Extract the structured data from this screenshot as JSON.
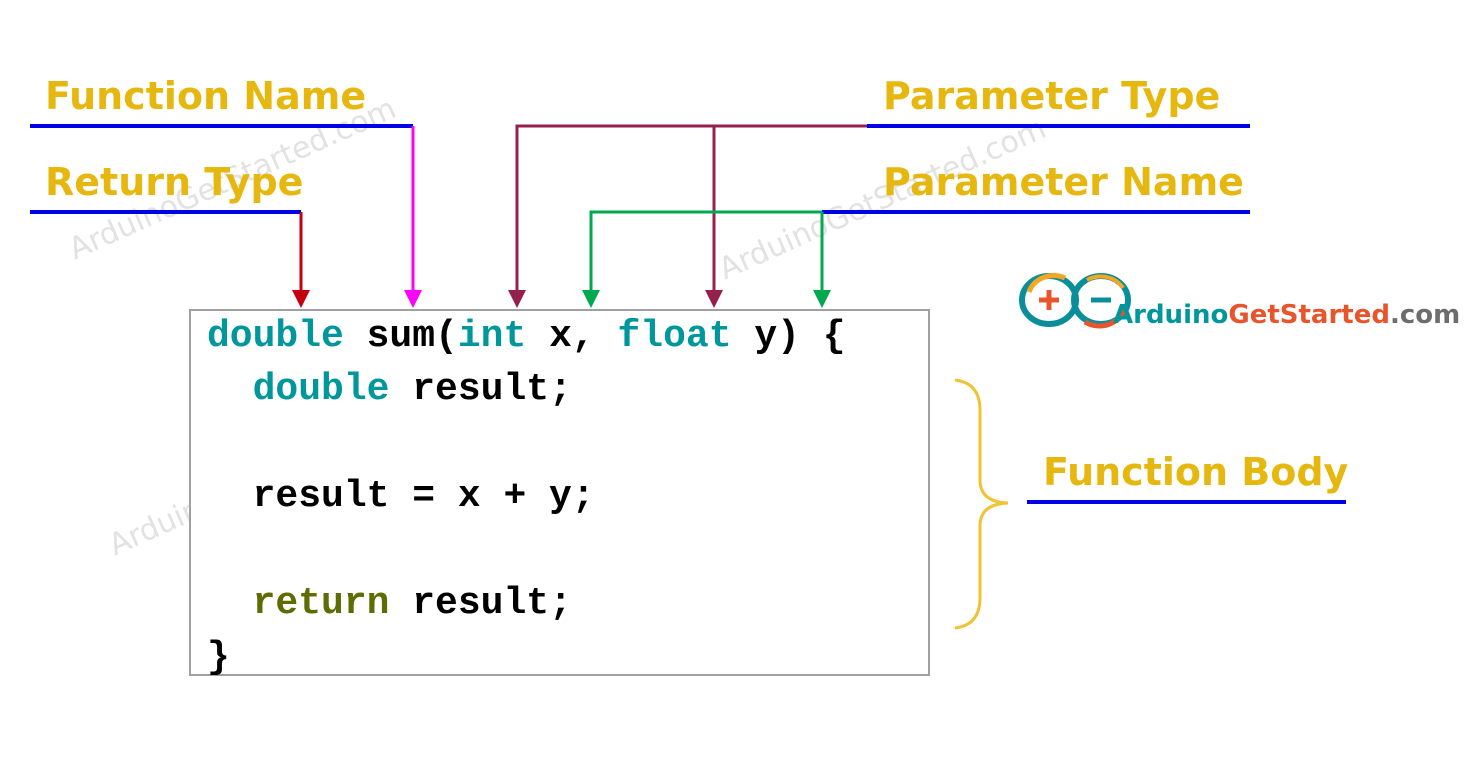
{
  "labels": {
    "function_name": "Function Name",
    "return_type": "Return Type",
    "parameter_type": "Parameter Type",
    "parameter_name": "Parameter Name",
    "function_body": "Function Body"
  },
  "code": {
    "line1": {
      "ret_type": "double",
      "rest_a": " sum(",
      "p1_type": "int",
      "rest_b": " x, ",
      "p2_type": "float",
      "rest_c": " y) {"
    },
    "line2": {
      "indent": "  ",
      "type": "double",
      "rest": " result;"
    },
    "line3": {
      "text": "  result = x + y;"
    },
    "line4": {
      "indent": "  ",
      "keyword": "return",
      "rest": " result;"
    },
    "line5": {
      "text": "}"
    }
  },
  "logo": {
    "part1": "Arduino",
    "part2": "Get",
    "part3": "Started",
    "part4": ".com"
  },
  "watermark": "ArduinoGetStarted.com",
  "colors": {
    "label_text": "#e6b80f",
    "underline": "#0000e6",
    "return_type_arrow": "#c4000f",
    "function_name_arrow": "#ff00ff",
    "parameter_type_arrow": "#96204c",
    "parameter_name_arrow": "#00a850",
    "brace": "#f2c232",
    "code_type": "#00979c",
    "code_return": "#5e6d03"
  }
}
